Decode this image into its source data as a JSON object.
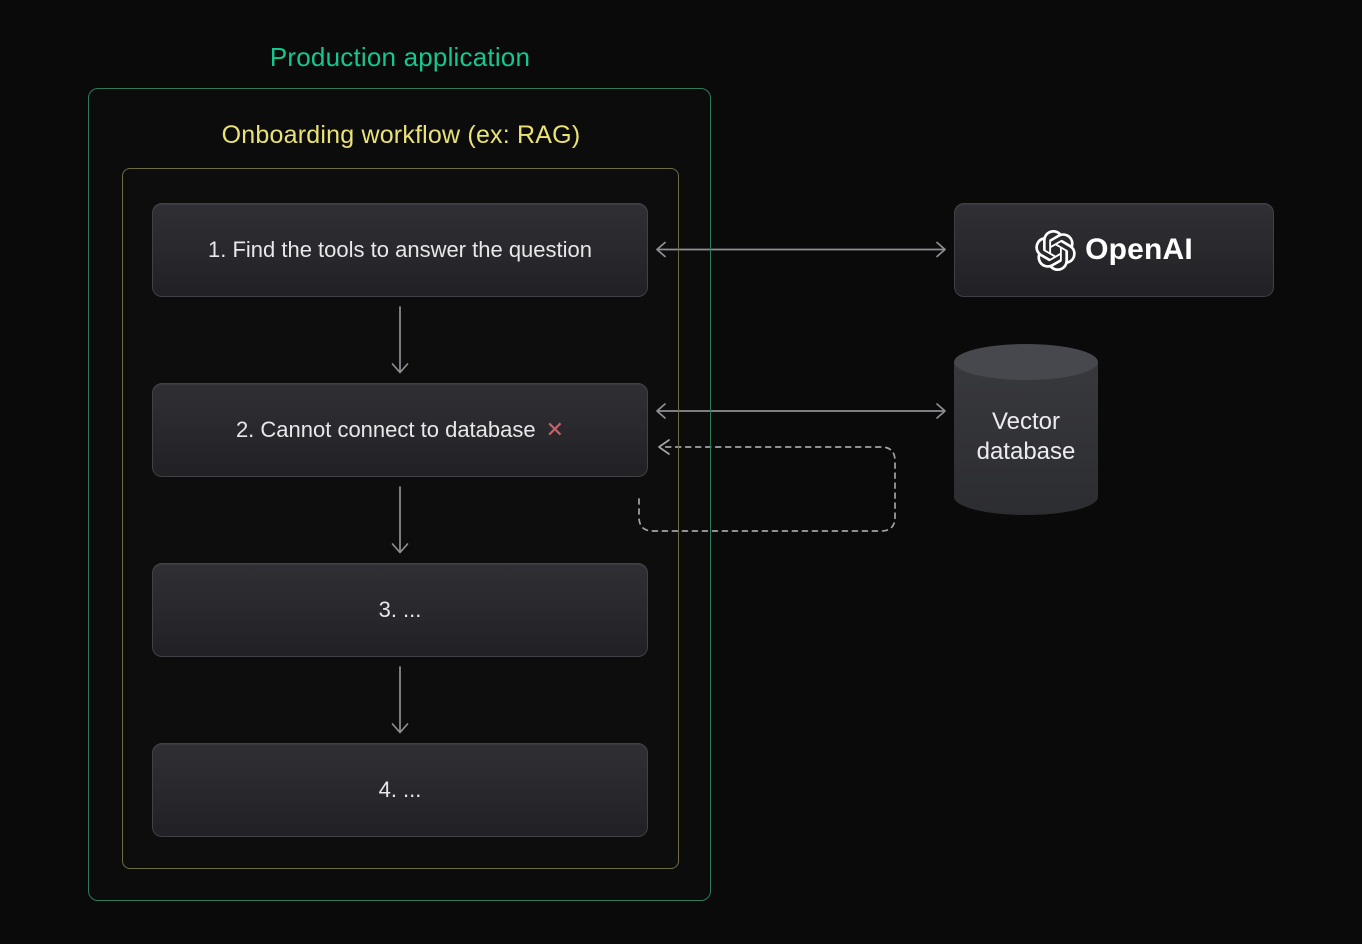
{
  "titles": {
    "production": "Production application",
    "workflow": "Onboarding workflow (ex: RAG)"
  },
  "steps": [
    {
      "label": "1. Find the tools to answer the question"
    },
    {
      "label": "2. Cannot connect to database",
      "error_icon": "✕"
    },
    {
      "label": "3. ..."
    },
    {
      "label": "4. ..."
    }
  ],
  "nodes": {
    "openai": {
      "label": "OpenAI"
    },
    "vector_db": {
      "label": "Vector database"
    }
  },
  "colors": {
    "production_title": "#15c78e",
    "workflow_title": "#e9e276",
    "production_border": "#2f7a5b",
    "workflow_border": "#6f6b42",
    "error": "#c5626b",
    "arrow": "#8e8e93",
    "dashed_arrow": "#a3a3a8",
    "step_text": "#e8e8ea",
    "node_text": "#ffffff"
  }
}
